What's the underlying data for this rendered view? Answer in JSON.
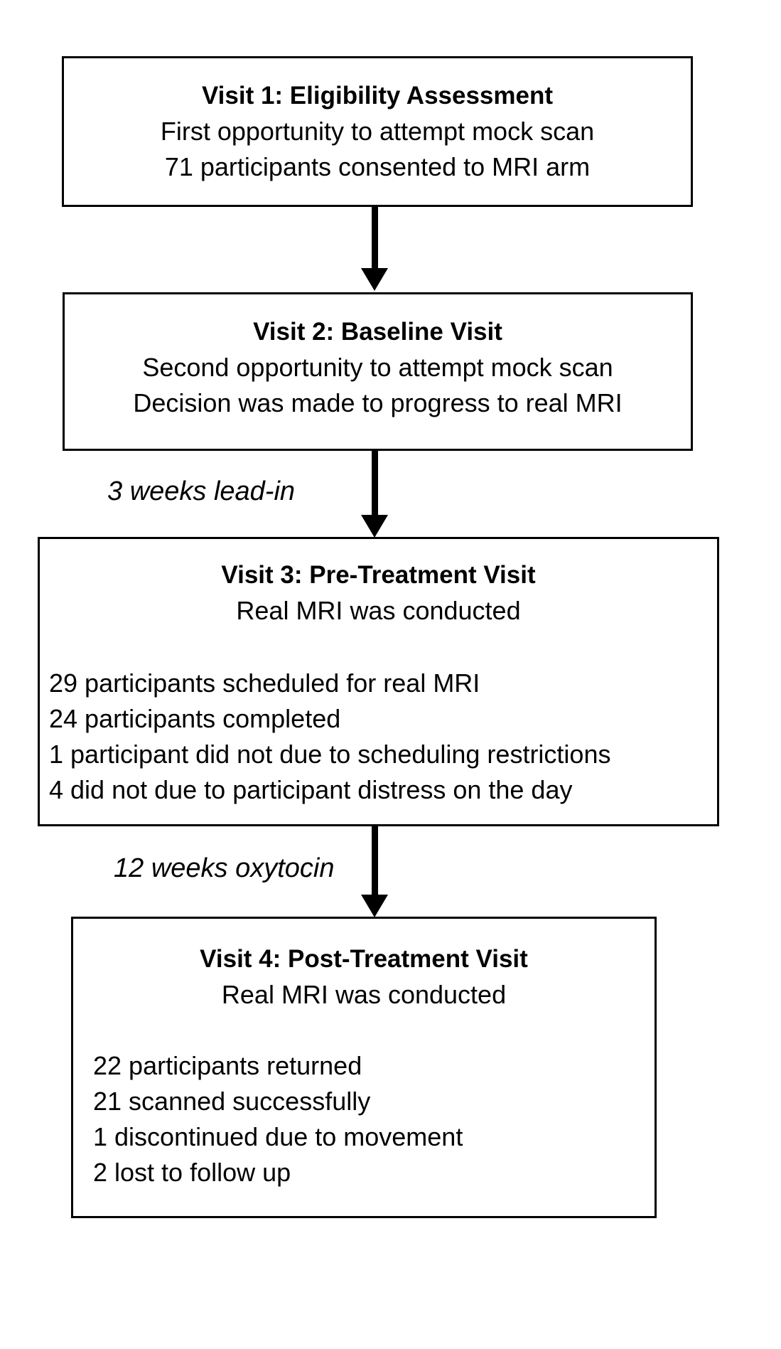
{
  "diagram": {
    "colors": {
      "background": "#ffffff",
      "border": "#000000",
      "text": "#000000"
    },
    "boxes": [
      {
        "title": "Visit 1: Eligibility Assessment",
        "lines": [
          "First opportunity to attempt mock scan",
          "71 participants consented to MRI arm"
        ],
        "details": []
      },
      {
        "title": "Visit 2: Baseline Visit",
        "lines": [
          "Second opportunity to attempt mock scan",
          "Decision was made to progress to real MRI"
        ],
        "details": []
      },
      {
        "title": "Visit 3: Pre-Treatment Visit",
        "lines": [
          "Real MRI was conducted"
        ],
        "details": [
          "29 participants scheduled for real MRI",
          "24 participants completed",
          "1 participant did not due to scheduling restrictions",
          "4 did not due to participant distress on the day"
        ]
      },
      {
        "title": "Visit 4: Post-Treatment Visit",
        "lines": [
          "Real MRI was conducted"
        ],
        "details": [
          "22 participants returned",
          "21 scanned successfully",
          "1 discontinued due to movement",
          "2 lost to follow up"
        ]
      }
    ],
    "arrow_labels": [
      "3 weeks lead-in",
      "12 weeks oxytocin"
    ]
  }
}
